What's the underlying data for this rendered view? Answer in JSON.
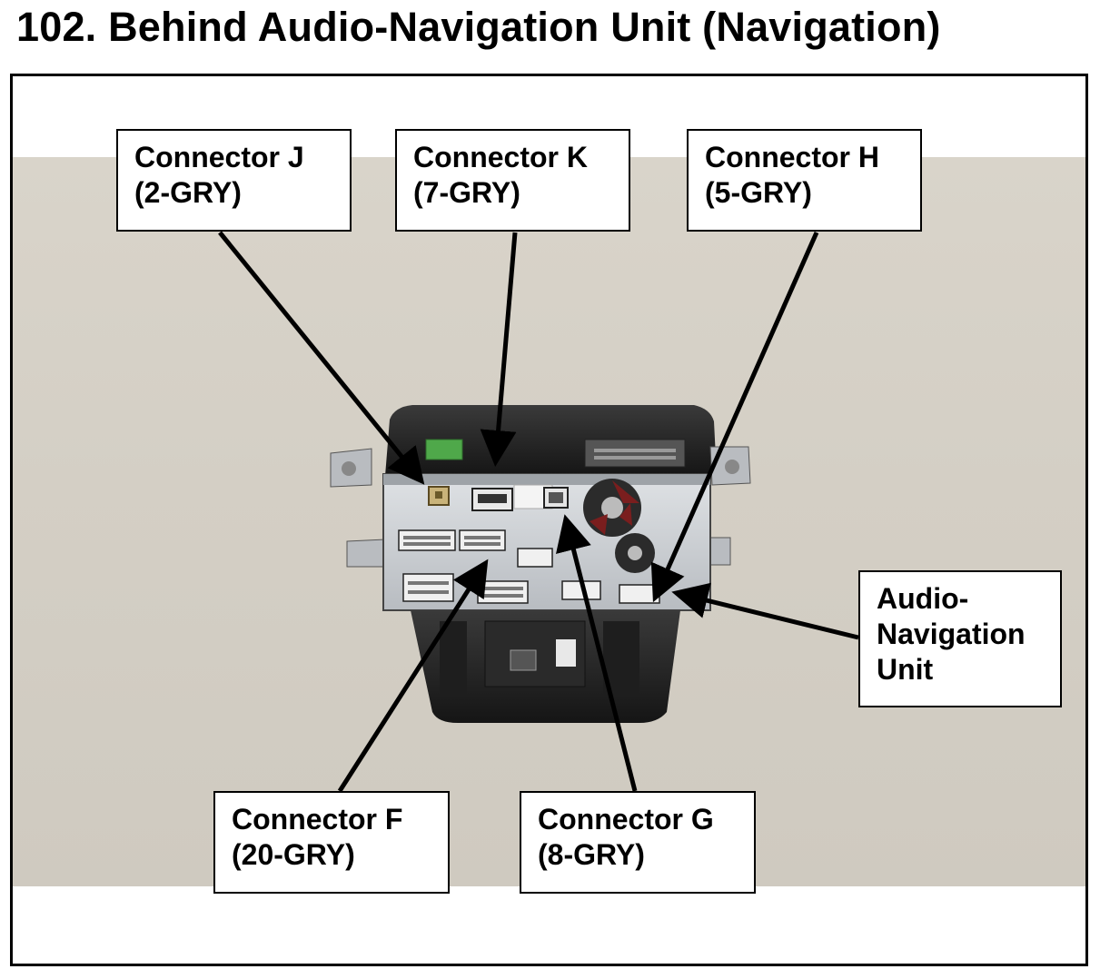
{
  "title": "102.  Behind Audio-Navigation Unit (Navigation)",
  "callouts": {
    "j": {
      "name": "Connector J",
      "spec": "(2-GRY)"
    },
    "k": {
      "name": "Connector K",
      "spec": "(7-GRY)"
    },
    "h": {
      "name": "Connector H",
      "spec": "(5-GRY)"
    },
    "f": {
      "name": "Connector F",
      "spec": "(20-GRY)"
    },
    "g": {
      "name": "Connector G",
      "spec": "(8-GRY)"
    },
    "unit": {
      "line1": "Audio-",
      "line2": "Navigation",
      "line3": "Unit"
    }
  },
  "colors": {
    "background_photo": "#d4cfc5",
    "chassis": "#c9ccd0",
    "connector_green": "#4fa84a",
    "connector_tan": "#c9b37a"
  }
}
